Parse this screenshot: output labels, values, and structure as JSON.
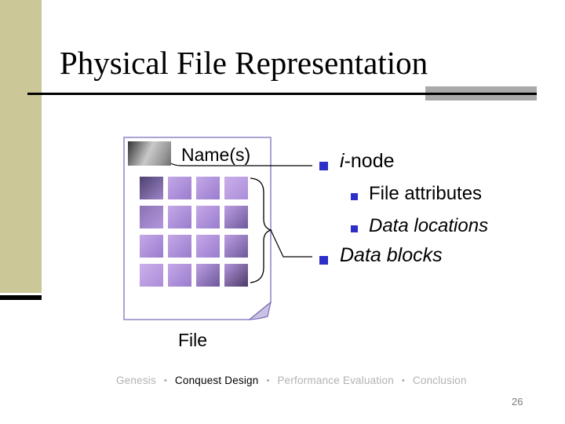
{
  "title": "Physical File Representation",
  "page_number": "26",
  "diagram": {
    "name_label": "Name(s)",
    "file_label": "File"
  },
  "bullets": {
    "inode": {
      "italic_part": "i",
      "rest": "-node"
    },
    "sub": [
      {
        "label": "File attributes"
      },
      {
        "label": "Data locations"
      }
    ],
    "data_blocks": "Data blocks"
  },
  "footer": {
    "separator": "•",
    "items": [
      {
        "label": "Genesis",
        "active": false
      },
      {
        "label": "Conquest Design",
        "active": true
      },
      {
        "label": "Performance Evaluation",
        "active": false
      },
      {
        "label": "Conclusion",
        "active": false
      }
    ]
  },
  "colors": {
    "sidebar_accent": "#cbc796",
    "bullet_blue": "#2e2ec9",
    "underline_gray": "#aaaaaa",
    "file_outline_purple": "#9183c6",
    "fold_fill": "#c9c2e4",
    "footer_inactive": "#b2b2b2",
    "footer_active": "#000000",
    "block_purple_light": "#c4a8e7",
    "block_purple_dark": "#4a3a66"
  }
}
